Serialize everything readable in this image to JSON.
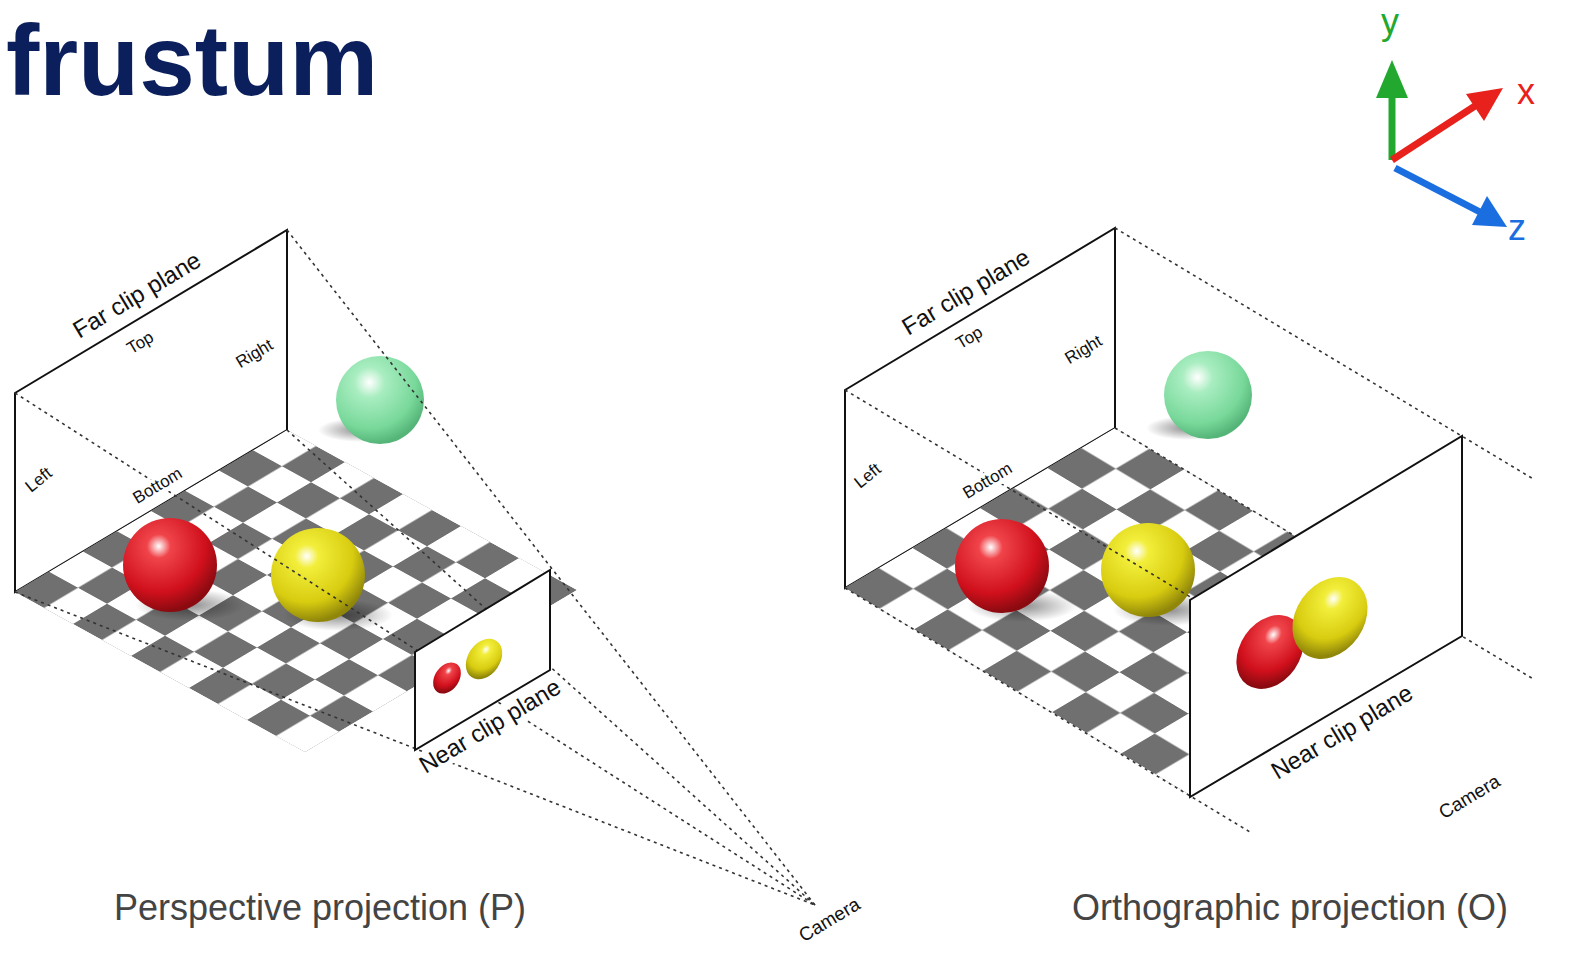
{
  "diagram": {
    "title": "frustum",
    "labels": [
      "y",
      "x",
      "z",
      "Far clip plane",
      "Top",
      "Right",
      "Left",
      "Bottom",
      "Near clip plane",
      "Camera",
      "Perspective projection (P)",
      "Far clip plane",
      "Top",
      "Right",
      "Left",
      "Bottom",
      "Near clip plane",
      "Camera",
      "Orthographic projection (O)"
    ]
  }
}
